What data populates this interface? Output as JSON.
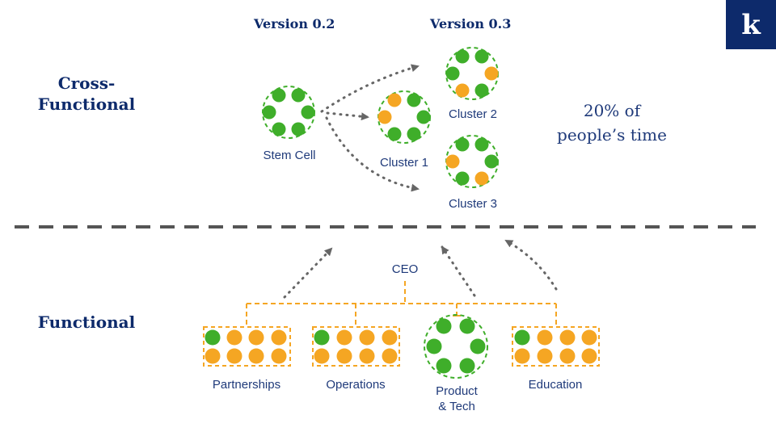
{
  "logo": {
    "letter": "k"
  },
  "headers": {
    "version_a": "Version 0.2",
    "version_b": "Version 0.3"
  },
  "sections": {
    "cross_line1": "Cross-",
    "cross_line2": "Functional",
    "functional": "Functional"
  },
  "labels": {
    "stem_cell": "Stem Cell",
    "cluster1": "Cluster 1",
    "cluster2": "Cluster 2",
    "cluster3": "Cluster 3",
    "ceo": "CEO",
    "partnerships": "Partnerships",
    "operations": "Operations",
    "product_line1": "Product",
    "product_line2": "& Tech",
    "education": "Education"
  },
  "note": {
    "line1": "20% of",
    "line2": "people’s time"
  },
  "colors": {
    "green": "#3fae2a",
    "orange": "#f5a623",
    "navy": "#0d2a6b",
    "gray_dash": "#555555",
    "dotted": "#666666"
  }
}
